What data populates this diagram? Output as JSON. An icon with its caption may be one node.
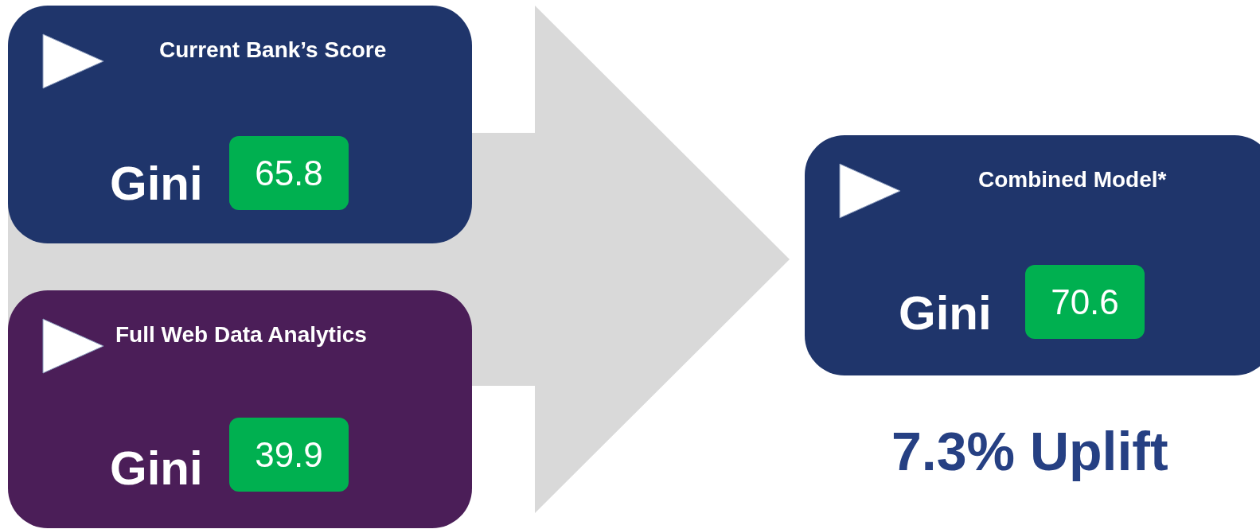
{
  "diagram": {
    "nodes": [
      {
        "text": [
          "Current Bank’s Score",
          "Gini"
        ]
      },
      {
        "text": [
          "65.8"
        ],
        "in": 0
      },
      {
        "text": [
          "Full Web Data Analytics",
          "Gini"
        ]
      },
      {
        "text": [
          "39.9"
        ],
        "in": 2
      },
      {
        "text": [
          "Combined Model*",
          "Gini"
        ]
      },
      {
        "text": [
          "70.6"
        ],
        "in": 4
      }
    ],
    "edges": [
      {
        "from": 0,
        "to": 4,
        "arrow": "to",
        "style": "thick",
        "color": "#d9d9d9"
      },
      {
        "from": 2,
        "to": 4,
        "arrow": "to",
        "style": "thick",
        "color": "#d9d9d9"
      }
    ],
    "labels": [
      "7.3% Uplift"
    ]
  }
}
